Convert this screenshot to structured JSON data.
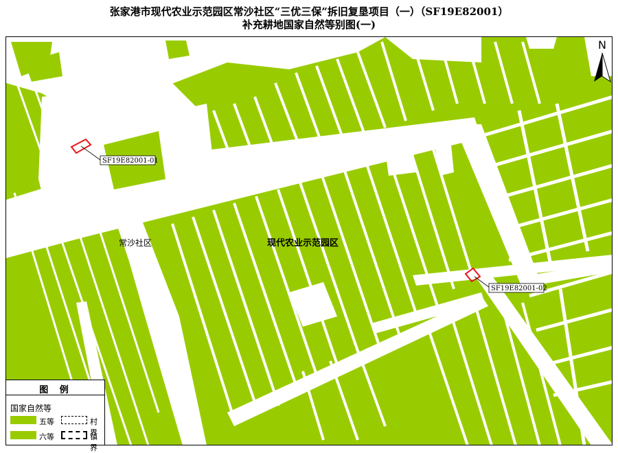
{
  "title": {
    "line1": "张家港市现代农业示范园区常沙社区“三优三保”拆旧复垦项目（一）（SF19E82001）",
    "line2": "补充耕地国家自然等别图(一)"
  },
  "map": {
    "north_label": "N",
    "area_labels": {
      "community": "常沙社区",
      "park": "现代农业示范园区"
    },
    "parcels": [
      {
        "id": "SF19E82001-01"
      },
      {
        "id": "SF19E82001-02"
      }
    ]
  },
  "legend": {
    "title": "图  例",
    "subtitle": "国家自然等",
    "items": [
      {
        "label": "五等",
        "color": "#99cc00"
      },
      {
        "label": "六等",
        "color": "#99cc00"
      }
    ],
    "boundaries": [
      {
        "label": "村界",
        "style": "dashed-thin"
      },
      {
        "label": "镇界",
        "style": "dashed-thick"
      }
    ]
  },
  "colors": {
    "field_green": "#99cc00",
    "road_white": "#ffffff",
    "parcel_outline": "#e8141a"
  }
}
